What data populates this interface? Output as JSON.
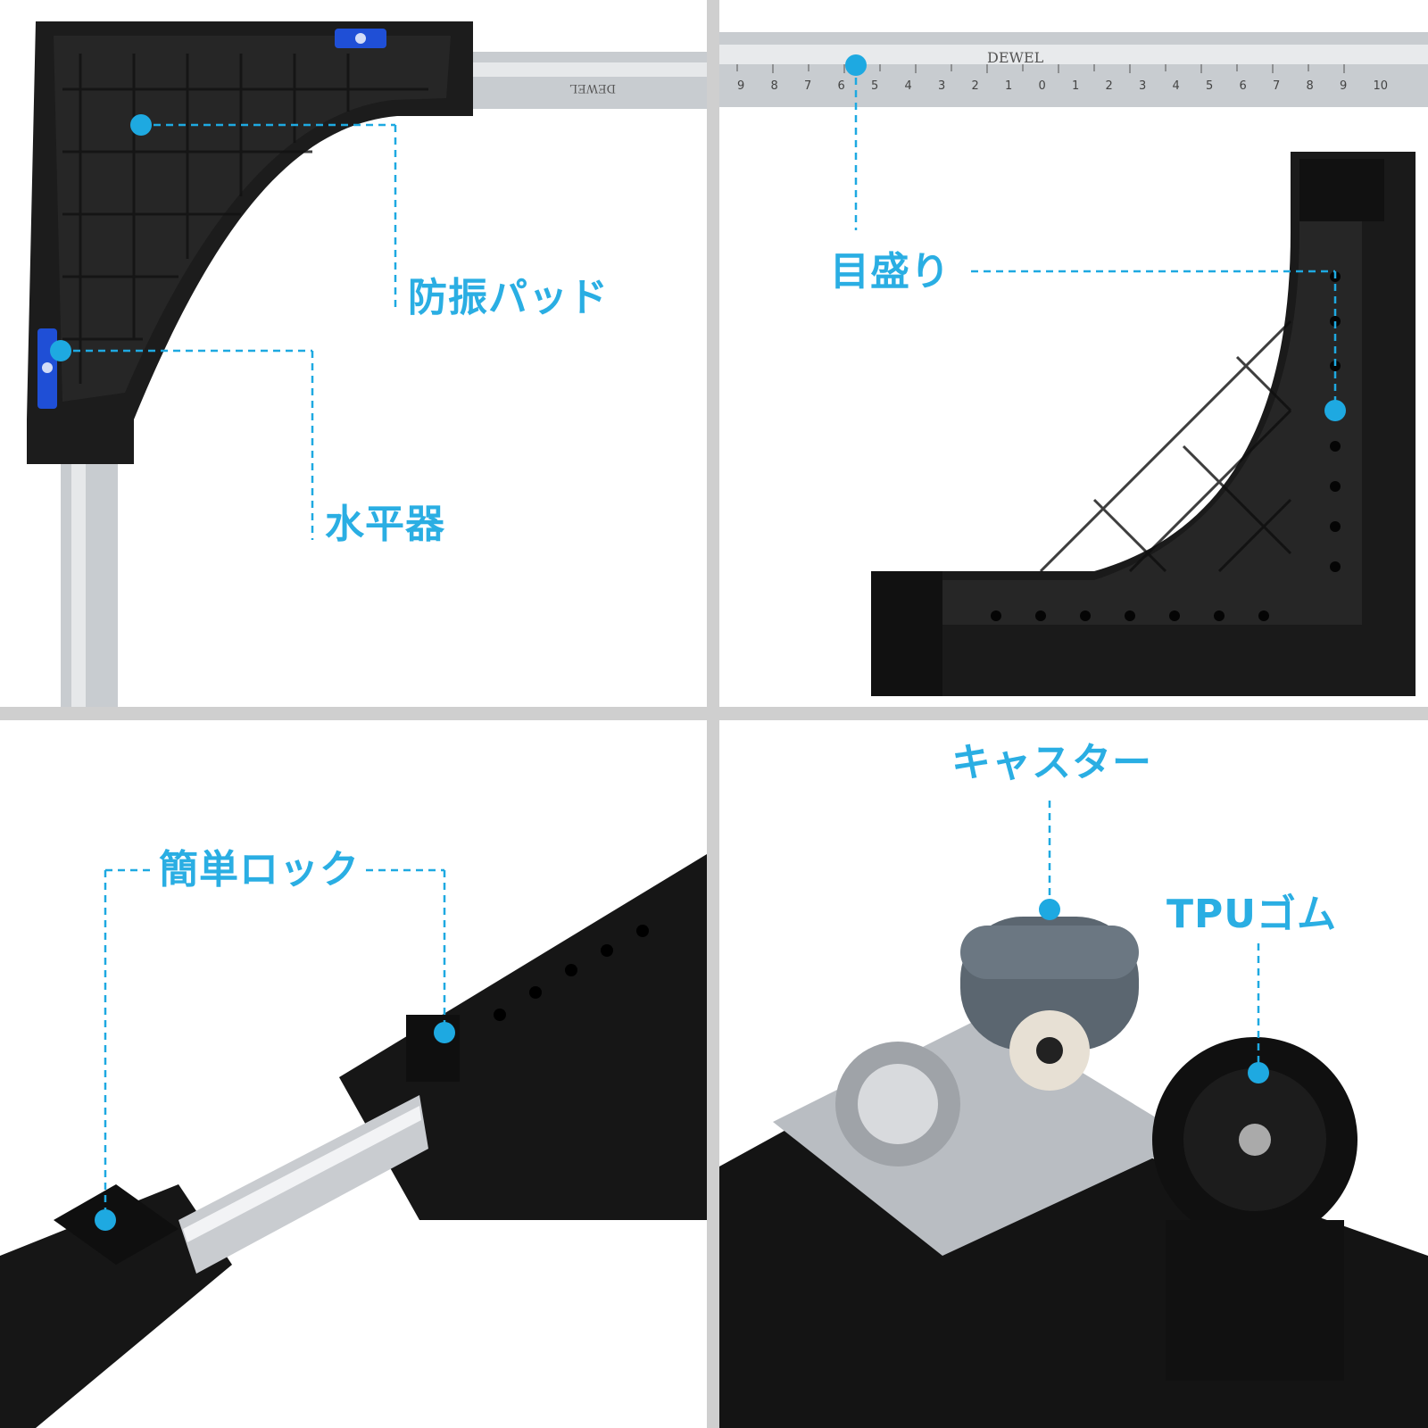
{
  "panels": {
    "anti_vibration": {
      "callouts": [
        "防振パッド",
        "水平器"
      ],
      "ruler_brand": "DEWEL"
    },
    "scale": {
      "callout": "目盛り",
      "ruler_brand": "DEWEL",
      "ruler_ticks": [
        "9",
        "8",
        "7",
        "6",
        "5",
        "4",
        "3",
        "2",
        "1",
        "0",
        "1",
        "2",
        "3",
        "4",
        "5",
        "6",
        "7",
        "8",
        "9",
        "10"
      ]
    },
    "lock": {
      "callout": "簡単ロック"
    },
    "caster": {
      "callouts": [
        "キャスター",
        "TPUゴム"
      ]
    }
  },
  "colors": {
    "accent": "#1ea9e1",
    "bracket": "#1a1a1a",
    "steel": "#c9ccd0"
  }
}
